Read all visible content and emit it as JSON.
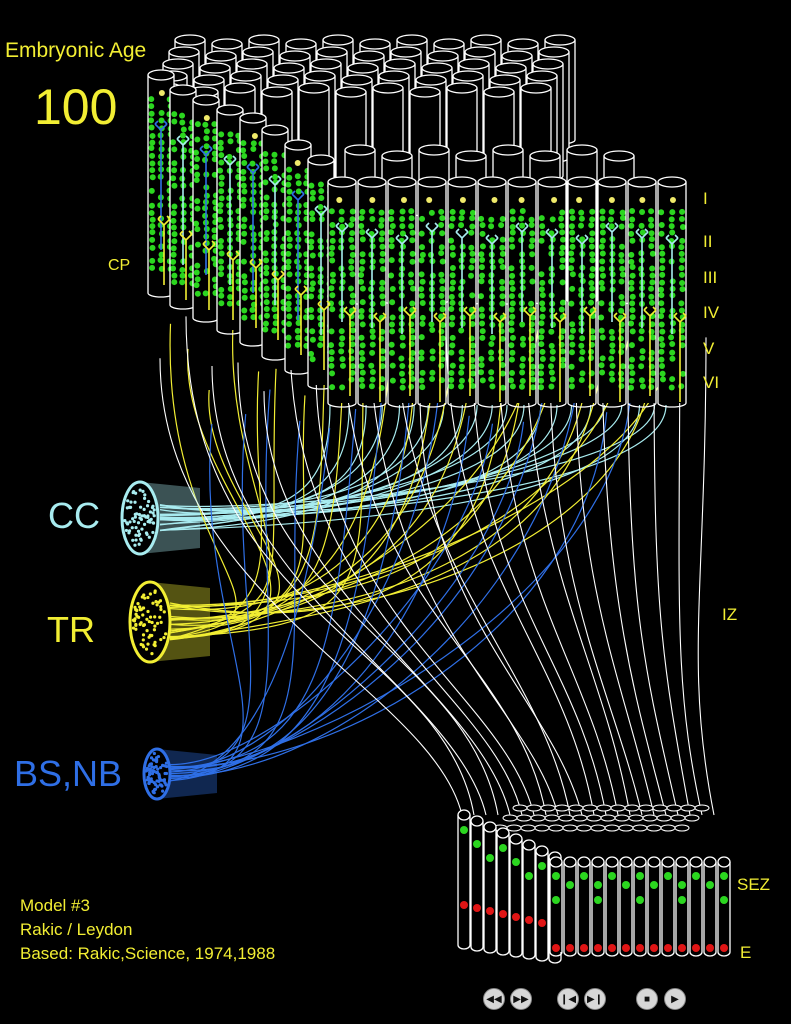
{
  "header": {
    "title": "Embryonic Age",
    "age_value": "100"
  },
  "labels": {
    "cortical_plate": "CP",
    "layers": [
      "I",
      "II",
      "III",
      "IV",
      "V",
      "VI"
    ],
    "corpus_callosum": "CC",
    "thalamic_radiation": "TR",
    "brainstem_nb": "BS,NB",
    "intermediate_zone": "IZ",
    "subependymal_zone": "SEZ",
    "ependymal": "E"
  },
  "credits": [
    "Model #3",
    "Rakic / Leydon",
    "Based: Rakic,Science, 1974,1988"
  ],
  "controls": [
    {
      "icon": "rewind-icon",
      "glyph": "◀◀"
    },
    {
      "icon": "fast-forward-icon",
      "glyph": "▶▶"
    },
    {
      "icon": "skip-back-icon",
      "glyph": "❙◀"
    },
    {
      "icon": "skip-forward-icon",
      "glyph": "▶❙"
    },
    {
      "icon": "stop-icon",
      "glyph": "■"
    },
    {
      "icon": "play-icon",
      "glyph": "▶"
    }
  ],
  "colors": {
    "background": "#000000",
    "cylinder_outline": "#ffffff",
    "neuron_green": "#2bd61f",
    "cc_fibers": "#a8ecf0",
    "tr_fibers": "#f2ee33",
    "bs_fibers": "#2f6fe6",
    "ependymal_red": "#e01515"
  }
}
